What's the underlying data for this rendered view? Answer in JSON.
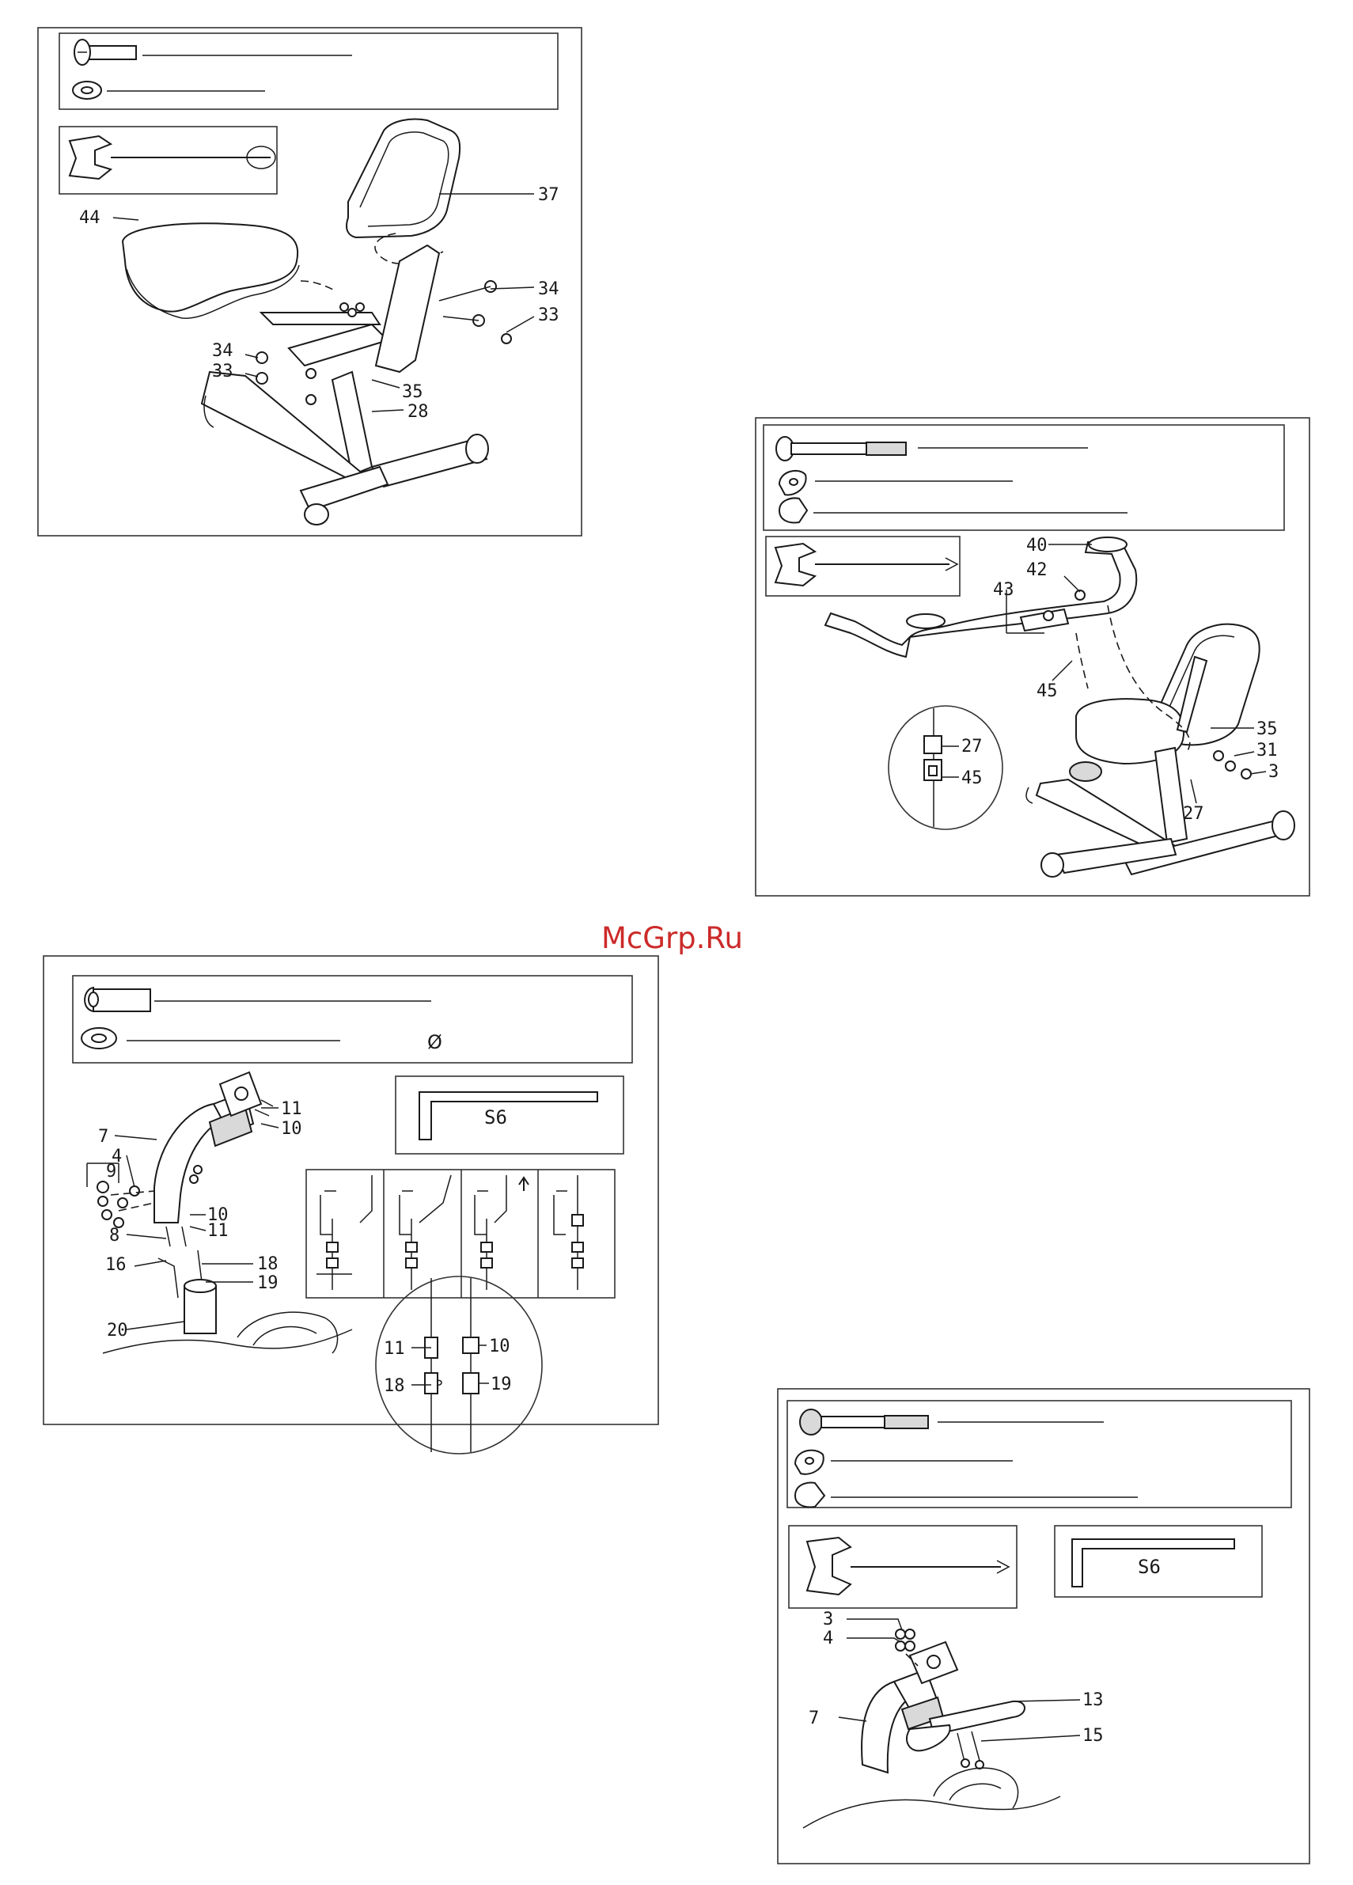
{
  "watermark": "McGrp.Ru",
  "panel1": {
    "labels": [
      "44",
      "37",
      "34",
      "33",
      "34",
      "33",
      "35",
      "28"
    ]
  },
  "panel2": {
    "labels": [
      "40",
      "42",
      "43",
      "45",
      "27",
      "45",
      "35",
      "31",
      "3",
      "27"
    ]
  },
  "panel3": {
    "labels": [
      "7",
      "4",
      "9",
      "10",
      "11",
      "8",
      "16",
      "18",
      "19",
      "20",
      "11",
      "10",
      "11",
      "10",
      "18",
      "19"
    ],
    "tool_label": "S6",
    "diameter_symbol": "Ø"
  },
  "panel4": {
    "labels": [
      "3",
      "4",
      "7",
      "13",
      "15"
    ],
    "tool_label": "S6"
  },
  "icons": [
    "bolt-icon",
    "washer-icon",
    "nut-icon",
    "wrench-screwdriver-icon",
    "allen-key-icon"
  ]
}
